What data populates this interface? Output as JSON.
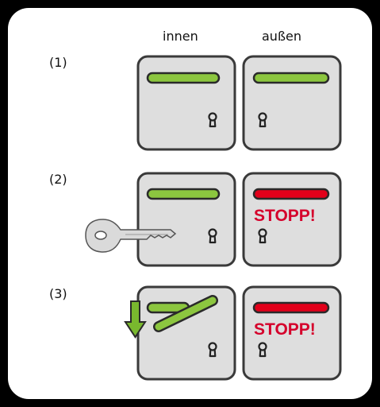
{
  "columns": {
    "inner": "innen",
    "outer": "außen"
  },
  "rows": [
    {
      "label": "(1)",
      "inner_state": "green",
      "outer_state": "green",
      "outer_text": ""
    },
    {
      "label": "(2)",
      "inner_state": "green",
      "outer_state": "red",
      "outer_text": "STOPP!",
      "key_inserted": true
    },
    {
      "label": "(3)",
      "inner_state": "green-pressed",
      "outer_state": "red",
      "outer_text": "STOPP!",
      "arrow": "down"
    }
  ],
  "colors": {
    "background": "#000000",
    "card": "#ffffff",
    "panel_fill": "#dedede",
    "panel_stroke": "#3a3a3a",
    "handle_green": "#8cc63f",
    "handle_red": "#e2001a",
    "stop_text": "#d5002b",
    "key_fill": "#dadada",
    "arrow_green": "#79b82e"
  },
  "icons": {
    "keyhole": "keyhole-icon",
    "key": "key-icon",
    "arrow": "arrow-down-icon"
  }
}
